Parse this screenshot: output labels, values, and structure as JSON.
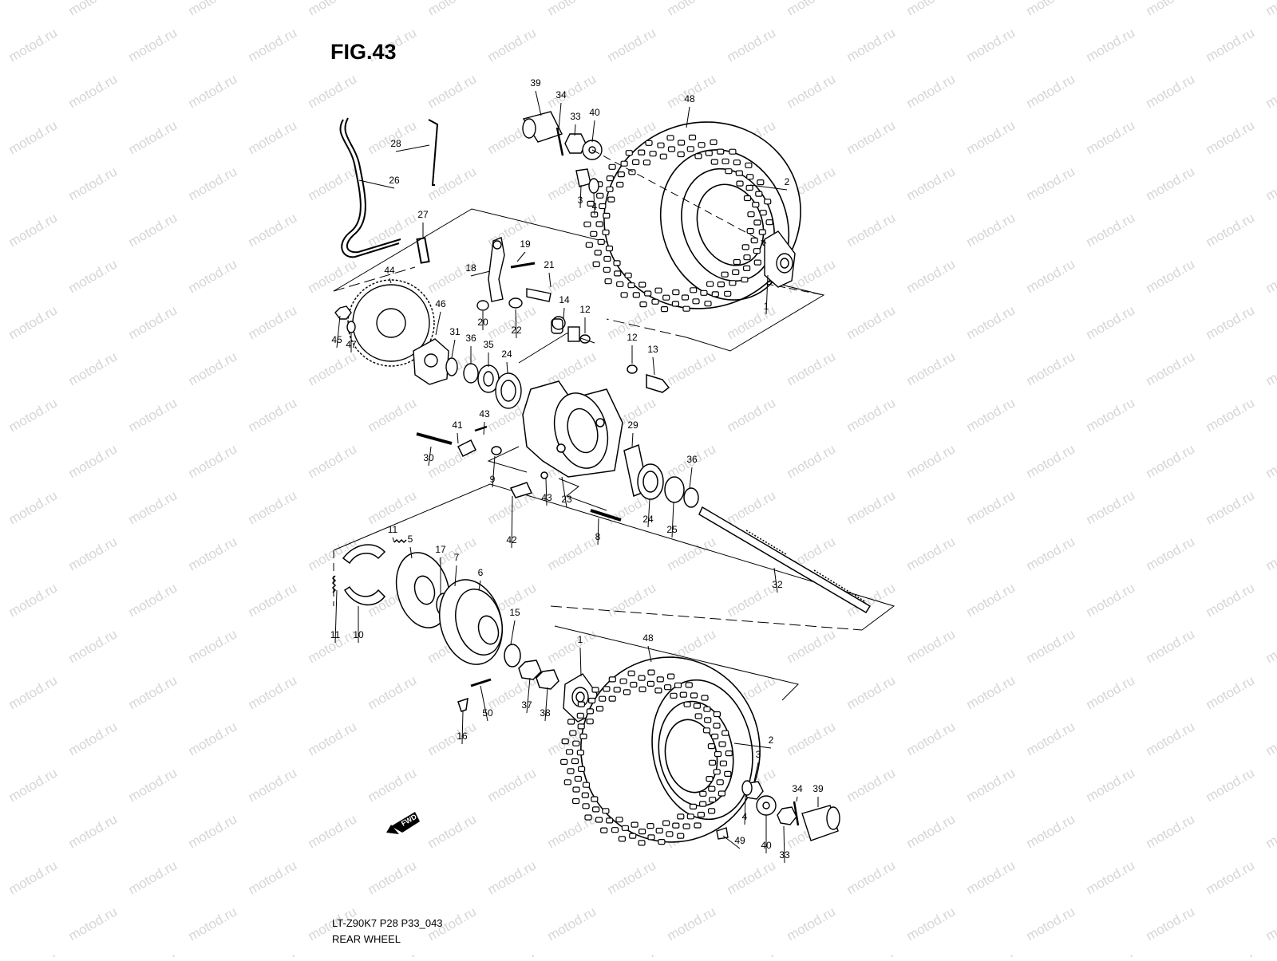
{
  "figure_title": "FIG.43",
  "footer": {
    "model_code": "LT-Z90K7 P28 P33_043",
    "section_name": "REAR WHEEL"
  },
  "watermark": "motod.ru",
  "fwd_badge": "FWD",
  "callouts": [
    {
      "id": "c1",
      "label": "39"
    },
    {
      "id": "c2",
      "label": "34"
    },
    {
      "id": "c3",
      "label": "33"
    },
    {
      "id": "c4",
      "label": "40"
    },
    {
      "id": "c5",
      "label": "48"
    },
    {
      "id": "c6",
      "label": "28"
    },
    {
      "id": "c7",
      "label": "26"
    },
    {
      "id": "c8",
      "label": "3"
    },
    {
      "id": "c9",
      "label": "4"
    },
    {
      "id": "c10",
      "label": "2"
    },
    {
      "id": "c11",
      "label": "27"
    },
    {
      "id": "c12",
      "label": "19"
    },
    {
      "id": "c13",
      "label": "18"
    },
    {
      "id": "c14",
      "label": "21"
    },
    {
      "id": "c15",
      "label": "44"
    },
    {
      "id": "c16",
      "label": "14"
    },
    {
      "id": "c17",
      "label": "12"
    },
    {
      "id": "c18",
      "label": "1"
    },
    {
      "id": "c19",
      "label": "46"
    },
    {
      "id": "c20",
      "label": "20"
    },
    {
      "id": "c21",
      "label": "22"
    },
    {
      "id": "c22",
      "label": "45"
    },
    {
      "id": "c23",
      "label": "47"
    },
    {
      "id": "c24",
      "label": "31"
    },
    {
      "id": "c25",
      "label": "36"
    },
    {
      "id": "c26",
      "label": "35"
    },
    {
      "id": "c27",
      "label": "24"
    },
    {
      "id": "c28",
      "label": "12"
    },
    {
      "id": "c29",
      "label": "13"
    },
    {
      "id": "c30",
      "label": "43"
    },
    {
      "id": "c31",
      "label": "41"
    },
    {
      "id": "c32",
      "label": "29"
    },
    {
      "id": "c33",
      "label": "30"
    },
    {
      "id": "c34",
      "label": "9"
    },
    {
      "id": "c35",
      "label": "36"
    },
    {
      "id": "c36",
      "label": "43"
    },
    {
      "id": "c37",
      "label": "23"
    },
    {
      "id": "c38",
      "label": "24"
    },
    {
      "id": "c39",
      "label": "25"
    },
    {
      "id": "c40",
      "label": "42"
    },
    {
      "id": "c41",
      "label": "8"
    },
    {
      "id": "c42",
      "label": "11"
    },
    {
      "id": "c43",
      "label": "5"
    },
    {
      "id": "c44",
      "label": "17"
    },
    {
      "id": "c45",
      "label": "7"
    },
    {
      "id": "c46",
      "label": "6"
    },
    {
      "id": "c47",
      "label": "32"
    },
    {
      "id": "c48",
      "label": "15"
    },
    {
      "id": "c49",
      "label": "11"
    },
    {
      "id": "c50",
      "label": "10"
    },
    {
      "id": "c51",
      "label": "1"
    },
    {
      "id": "c52",
      "label": "48"
    },
    {
      "id": "c53",
      "label": "37"
    },
    {
      "id": "c54",
      "label": "38"
    },
    {
      "id": "c55",
      "label": "50"
    },
    {
      "id": "c56",
      "label": "16"
    },
    {
      "id": "c57",
      "label": "2"
    },
    {
      "id": "c58",
      "label": "3"
    },
    {
      "id": "c59",
      "label": "4"
    },
    {
      "id": "c60",
      "label": "40"
    },
    {
      "id": "c61",
      "label": "34"
    },
    {
      "id": "c62",
      "label": "39"
    },
    {
      "id": "c63",
      "label": "33"
    },
    {
      "id": "c64",
      "label": "49"
    }
  ]
}
